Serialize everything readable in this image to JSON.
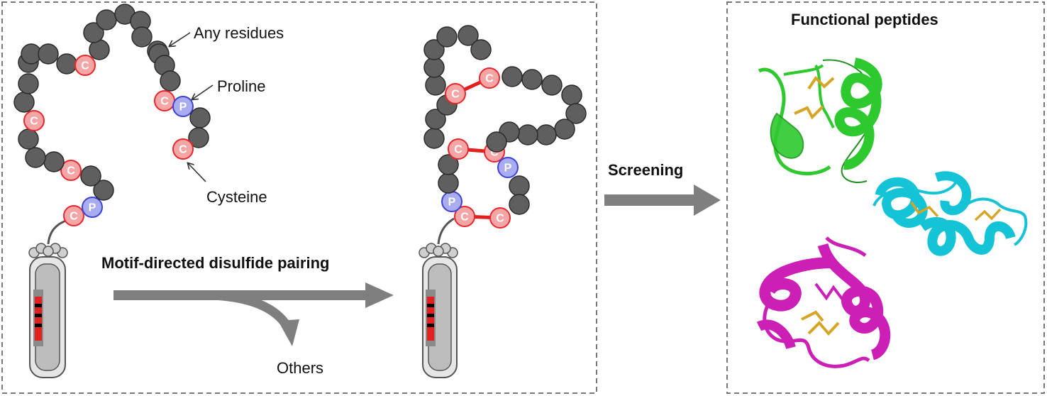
{
  "labels": {
    "any_residues": "Any residues",
    "proline": "Proline",
    "cysteine": "Cysteine",
    "motif_pairing": "Motif-directed disulfide pairing",
    "others": "Others",
    "screening": "Screening",
    "functional_peptides": "Functional peptides"
  },
  "residue_letters": {
    "cysteine": "C",
    "proline": "P"
  },
  "colors": {
    "residue_gray": "#5f5f5f",
    "cysteine_red": "#e8262b",
    "cysteine_fill": "#f4a6a6",
    "proline_blue": "#3a43d8",
    "proline_fill": "#a9acef",
    "disulfide_bond": "#e32020",
    "arrow_gray": "#7f7f7f",
    "peptide_green": "#2ec92e",
    "peptide_cyan": "#15c3d6",
    "peptide_magenta": "#cc1fb6",
    "sulfur_gold": "#d6a526"
  },
  "structures": [
    {
      "name": "green-peptide-structure",
      "color": "peptide_green"
    },
    {
      "name": "cyan-peptide-structure",
      "color": "peptide_cyan"
    },
    {
      "name": "magenta-peptide-structure",
      "color": "peptide_magenta"
    }
  ]
}
